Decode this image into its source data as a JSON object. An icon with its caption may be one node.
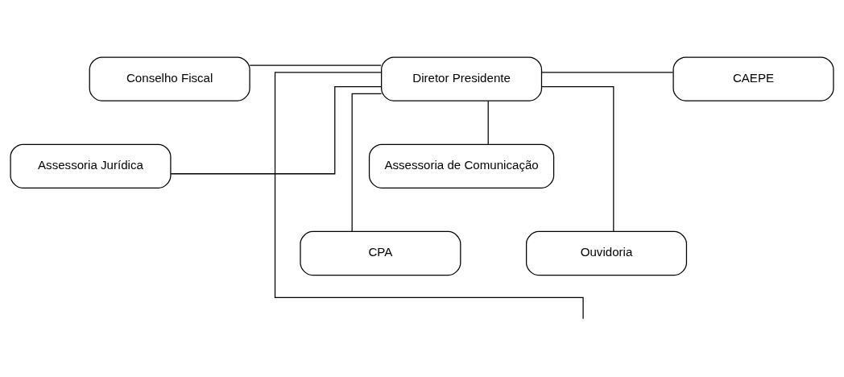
{
  "diagram": {
    "nodes": [
      {
        "text": [
          "Conselho Fiscal"
        ]
      },
      {
        "text": [
          "Diretor Presidente"
        ]
      },
      {
        "text": [
          "CAEPE"
        ]
      },
      {
        "text": [
          "Assessoria Jurídica"
        ]
      },
      {
        "text": [
          "Assessoria de Comunicação"
        ]
      },
      {
        "text": [
          "CPA"
        ]
      },
      {
        "text": [
          "Ouvidoria"
        ]
      }
    ],
    "edges": [
      {
        "from": 0,
        "to": 1,
        "arrow": "none"
      },
      {
        "from": 1,
        "to": 2,
        "arrow": "none"
      },
      {
        "from": 1,
        "to": 3,
        "arrow": "none"
      },
      {
        "from": 1,
        "to": 4,
        "arrow": "none"
      },
      {
        "from": 1,
        "to": 5,
        "arrow": "none"
      },
      {
        "from": 1,
        "to": 6,
        "arrow": "none"
      },
      {
        "from": 1,
        "to": null,
        "arrow": "none"
      }
    ]
  }
}
